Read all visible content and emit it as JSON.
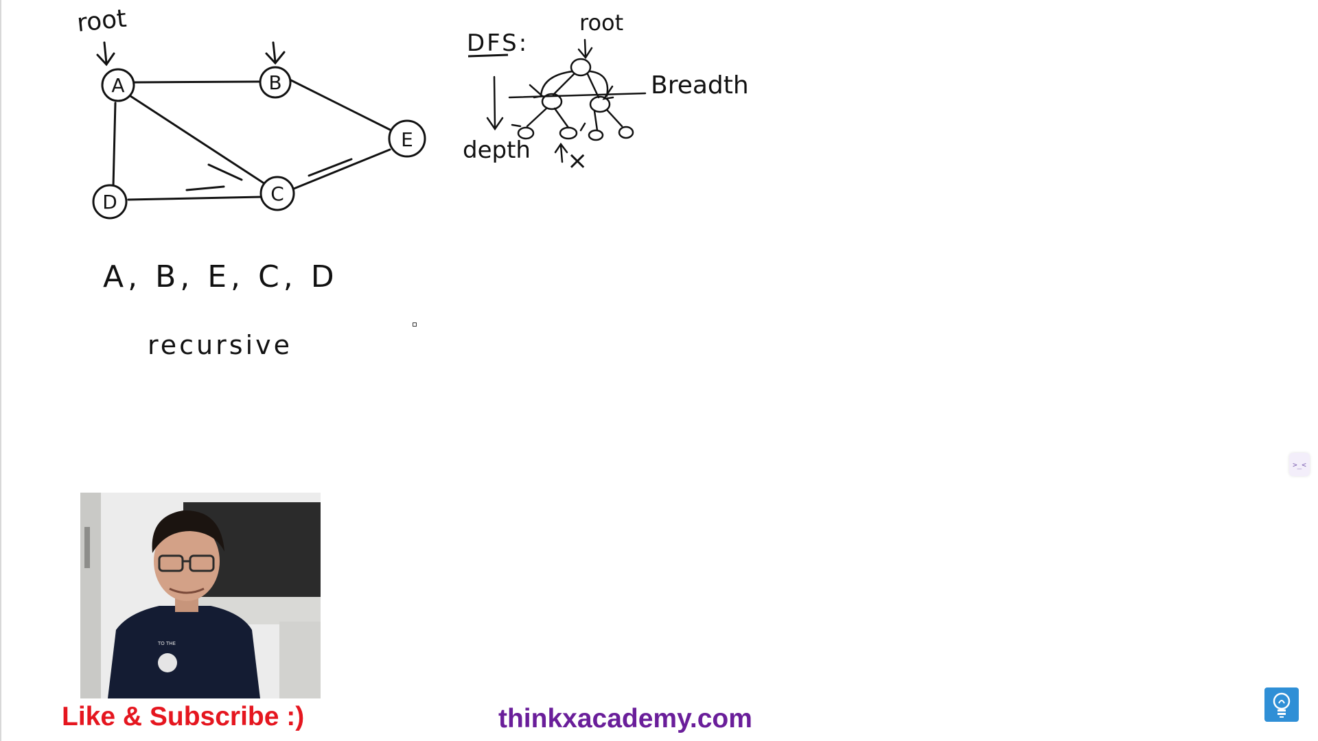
{
  "whiteboard": {
    "graph": {
      "root_label": "root",
      "nodes": [
        "A",
        "B",
        "C",
        "D",
        "E"
      ],
      "edges": [
        [
          "A",
          "B"
        ],
        [
          "A",
          "C"
        ],
        [
          "A",
          "D"
        ],
        [
          "B",
          "E"
        ],
        [
          "C",
          "D"
        ],
        [
          "C",
          "E"
        ]
      ]
    },
    "traversal_order": "A, B, E, C, D",
    "recursive_label": "recursive",
    "dfs_sketch": {
      "title": "DFS:",
      "root_label": "root",
      "breadth_label": "Breadth",
      "depth_label": "depth",
      "cross_mark": "×"
    }
  },
  "webcam": {
    "shirt_text": "TO THE"
  },
  "promo": {
    "left_text": "Like & Subscribe :)",
    "left_color": "#e5161f",
    "right_text": "thinkxacademy.com",
    "right_color": "#6a1e9a"
  },
  "side_tab": {
    "label": ">_<"
  },
  "icons": {
    "bulb": "lightbulb-icon",
    "side_tab": "collapse-tab-icon"
  }
}
